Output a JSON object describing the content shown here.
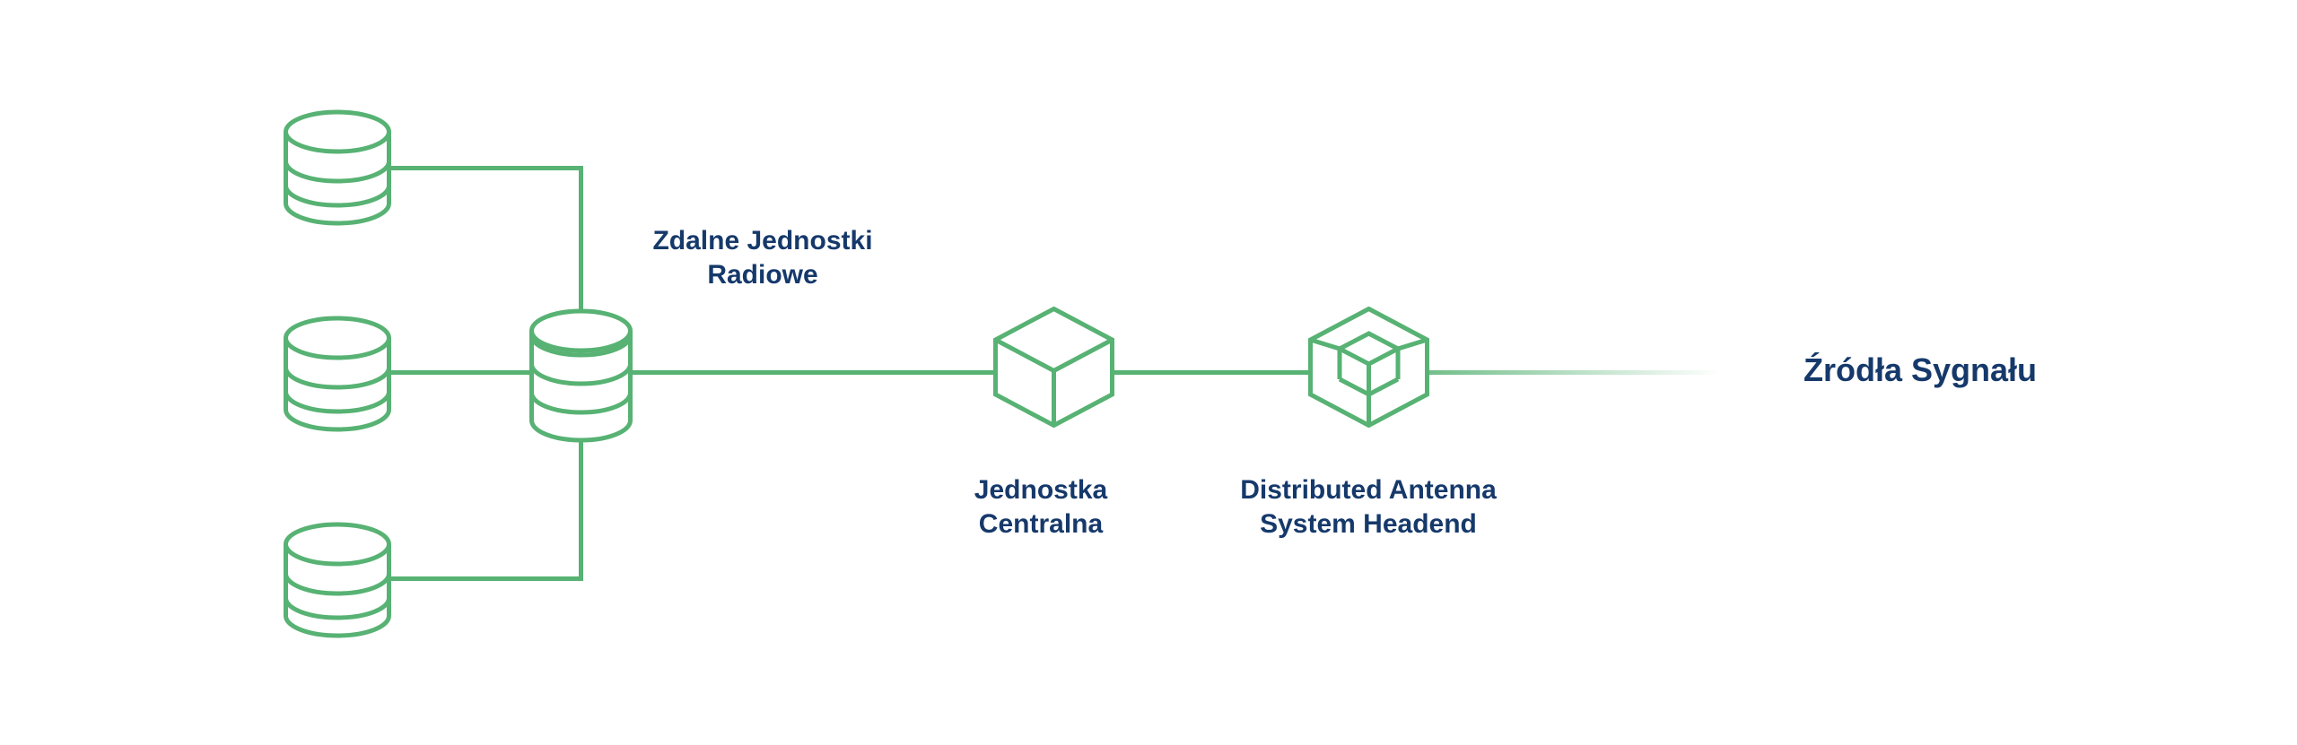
{
  "diagram": {
    "colors": {
      "background": "#FFFFFF",
      "line_green": "#57B273",
      "label_navy": "#16396B"
    },
    "nodes": {
      "remote_radio_units": {
        "icon": "database-icon",
        "label_line1": "Zdalne Jednostki",
        "label_line2": "Radiowe"
      },
      "central_unit": {
        "icon": "cube-icon",
        "label_line1": "Jednostka",
        "label_line2": "Centralna"
      },
      "das_headend": {
        "icon": "cube-in-cube-icon",
        "label_line1": "Distributed Antenna",
        "label_line2": "System Headend"
      },
      "signal_sources": {
        "icon": "fading-line",
        "label": "Źródła Sygnału"
      }
    }
  }
}
